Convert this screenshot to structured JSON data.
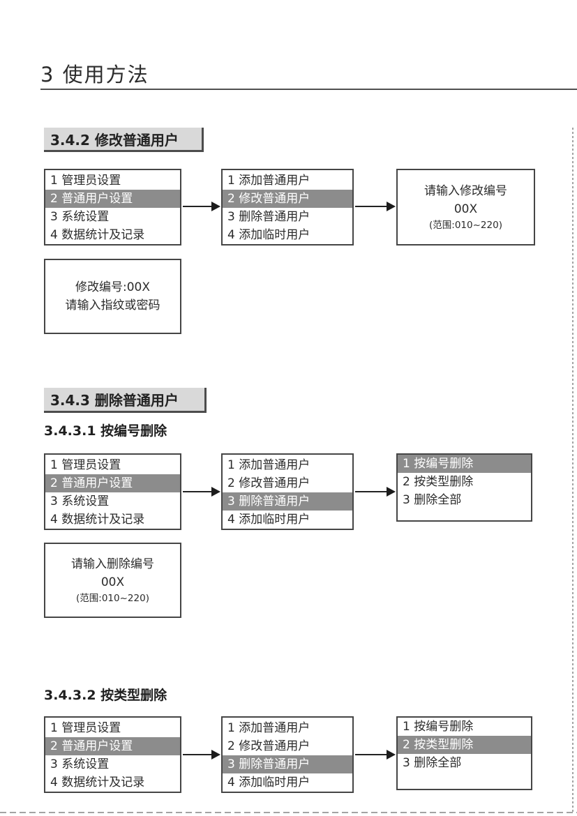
{
  "page": {
    "title": "3 使用方法"
  },
  "colors": {
    "highlight_gray": "#8c8c8c",
    "label_bg_gray": "#d9d9d9",
    "box_border": "#454545",
    "dashed_line": "#a3a3a3"
  },
  "s342": {
    "label": "3.4.2 修改普通用户",
    "main_menu": {
      "selected": 1,
      "items": [
        "1 管理员设置",
        "2 普通用户设置",
        "3 系统设置",
        "4 数据统计及记录"
      ]
    },
    "user_menu": {
      "selected": 1,
      "items": [
        "1 添加普通用户",
        "2 修改普通用户",
        "3 删除普通用户",
        "4 添加临时用户"
      ]
    },
    "prompt": {
      "lines": [
        "请输入修改编号",
        "00X",
        "(范围:010~220)"
      ]
    },
    "confirm": {
      "lines": [
        "修改编号:00X",
        "请输入指纹或密码"
      ]
    }
  },
  "s343": {
    "label": "3.4.3 删除普通用户",
    "sub1": {
      "heading": "3.4.3.1 按编号删除",
      "main_menu": {
        "selected": 1,
        "items": [
          "1 管理员设置",
          "2 普通用户设置",
          "3 系统设置",
          "4 数据统计及记录"
        ]
      },
      "user_menu": {
        "selected": 2,
        "items": [
          "1 添加普通用户",
          "2 修改普通用户",
          "3 删除普通用户",
          "4 添加临时用户"
        ]
      },
      "delete_menu": {
        "selected": 0,
        "items": [
          "1 按编号删除",
          "2 按类型删除",
          "3 删除全部"
        ]
      },
      "prompt": {
        "lines": [
          "请输入删除编号",
          "00X",
          "(范围:010~220)"
        ]
      }
    },
    "sub2": {
      "heading": "3.4.3.2 按类型删除",
      "main_menu": {
        "selected": 1,
        "items": [
          "1 管理员设置",
          "2 普通用户设置",
          "3 系统设置",
          "4 数据统计及记录"
        ]
      },
      "user_menu": {
        "selected": 2,
        "items": [
          "1 添加普通用户",
          "2 修改普通用户",
          "3 删除普通用户",
          "4 添加临时用户"
        ]
      },
      "delete_menu": {
        "selected": 1,
        "items": [
          "1 按编号删除",
          "2 按类型删除",
          "3 删除全部"
        ]
      }
    }
  }
}
